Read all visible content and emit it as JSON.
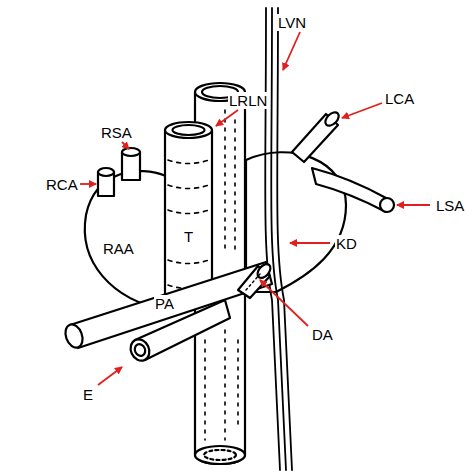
{
  "diagram": {
    "labels": [
      "LVN",
      "LRLN",
      "LCA",
      "RSA",
      "RCA",
      "LSA",
      "KD",
      "T",
      "RAA",
      "DA",
      "PA",
      "E"
    ]
  }
}
